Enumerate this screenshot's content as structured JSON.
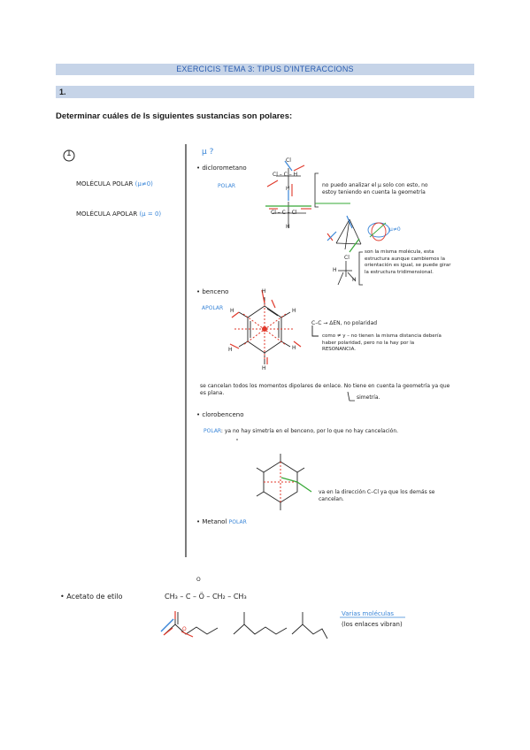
{
  "header": {
    "title": "EXERCICIS TEMA 3: TIPUS D'INTERACCIONS",
    "section_number": "1."
  },
  "question": "Determinar cuáles de ls siguientes sustancias son polares:",
  "notes": {
    "circled_number": "1",
    "left_polar": "MOLÉCULA POLAR",
    "left_polar_mu": "(μ≠0)",
    "left_apolar": "MOLÉCULA APOLAR",
    "left_apolar_mu": "(μ = 0)",
    "mu_heading": "μ ?",
    "item1": "diclorometano",
    "item1_tag": "POLAR",
    "item1_note": "no puedo analizar el μ solo con esto, no estoy teniendo en cuenta la geometría",
    "item1_mu_label": "μ≠0",
    "item1_note2": "son la misma molécula, esta estructura aunque cambiemos la orientación es igual, se puede girar la estructura tridimensional.",
    "item2": "benceno",
    "item2_tag": "APOLAR",
    "item2_note": "C–C → ΔEN, no polaridad",
    "item2_note2": "como ≠ y – no tienen la misma distancia debería haber polaridad, pero no la hay por la RESONANCIA.",
    "item2_conclusion": "se cancelan todos los momentos dipolares de enlace. No tiene en cuenta la geometría ya que es plana.",
    "item2_symmetry": "simetría.",
    "item3": "clorobenceno",
    "item3_tag": "POLAR",
    "item3_note": ": ya no hay simetría en el benceno, por lo que no hay cancelación.",
    "item3_note2": "va en la dirección C–Cl ya que los demás se cancelan.",
    "item4": "Metanol",
    "item4_tag": "POLAR",
    "item5": "Acetato de etilo",
    "item5_formula": "CH₃ – C – Ö – CH₂ – CH₃",
    "item5_note": "Varias moléculas",
    "item5_note2": "(los enlaces vibran)"
  },
  "chem_labels": {
    "H": "H",
    "C": "C",
    "Cl": "Cl",
    "O": "O",
    "CC": "Cl – C – Cl",
    "HCl": "Cl – C – H"
  },
  "colors": {
    "header_bg": "#c6d4e8",
    "header_text": "#2a5db0",
    "pen_blue": "#3a86d8",
    "pen_red": "#e0392b",
    "pen_green": "#36a836"
  }
}
